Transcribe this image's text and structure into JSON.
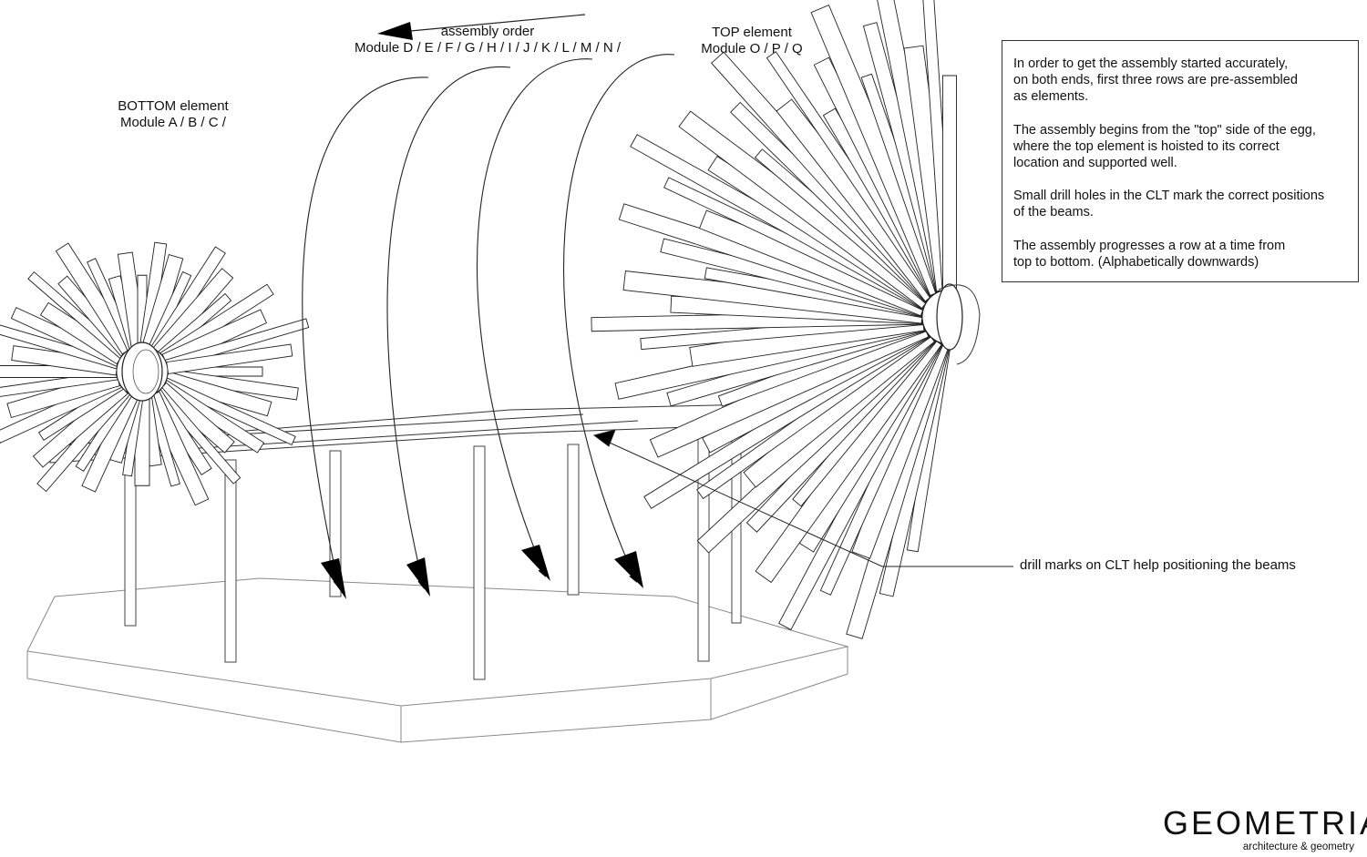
{
  "labels": {
    "assembly_order": "assembly order",
    "modules_middle": "Module D / E / F / G / H / I / J / K / L / M / N /",
    "bottom_title": "BOTTOM element",
    "bottom_modules": "Module A / B / C /",
    "top_title": "TOP element",
    "top_modules": "Module O / P / Q",
    "drill_marks": "drill marks on CLT help positioning the beams"
  },
  "info_box": {
    "paragraphs": [
      "In order to get the assembly started accurately,\non both ends, first three rows are pre-assembled\nas elements.",
      "The assembly begins from the \"top\" side of the egg,\nwhere the top element is hoisted to its correct\nlocation and supported well.",
      "Small drill holes in the CLT mark the correct positions\nof the beams.",
      "The assembly progresses a row at a time from\ntop to bottom. (Alphabetically downwards)"
    ]
  },
  "logo": {
    "word": "GEOMETRIA",
    "tagline": "architecture & geometry"
  },
  "colors": {
    "line": "#222222",
    "light_line": "#8a8a8a"
  }
}
